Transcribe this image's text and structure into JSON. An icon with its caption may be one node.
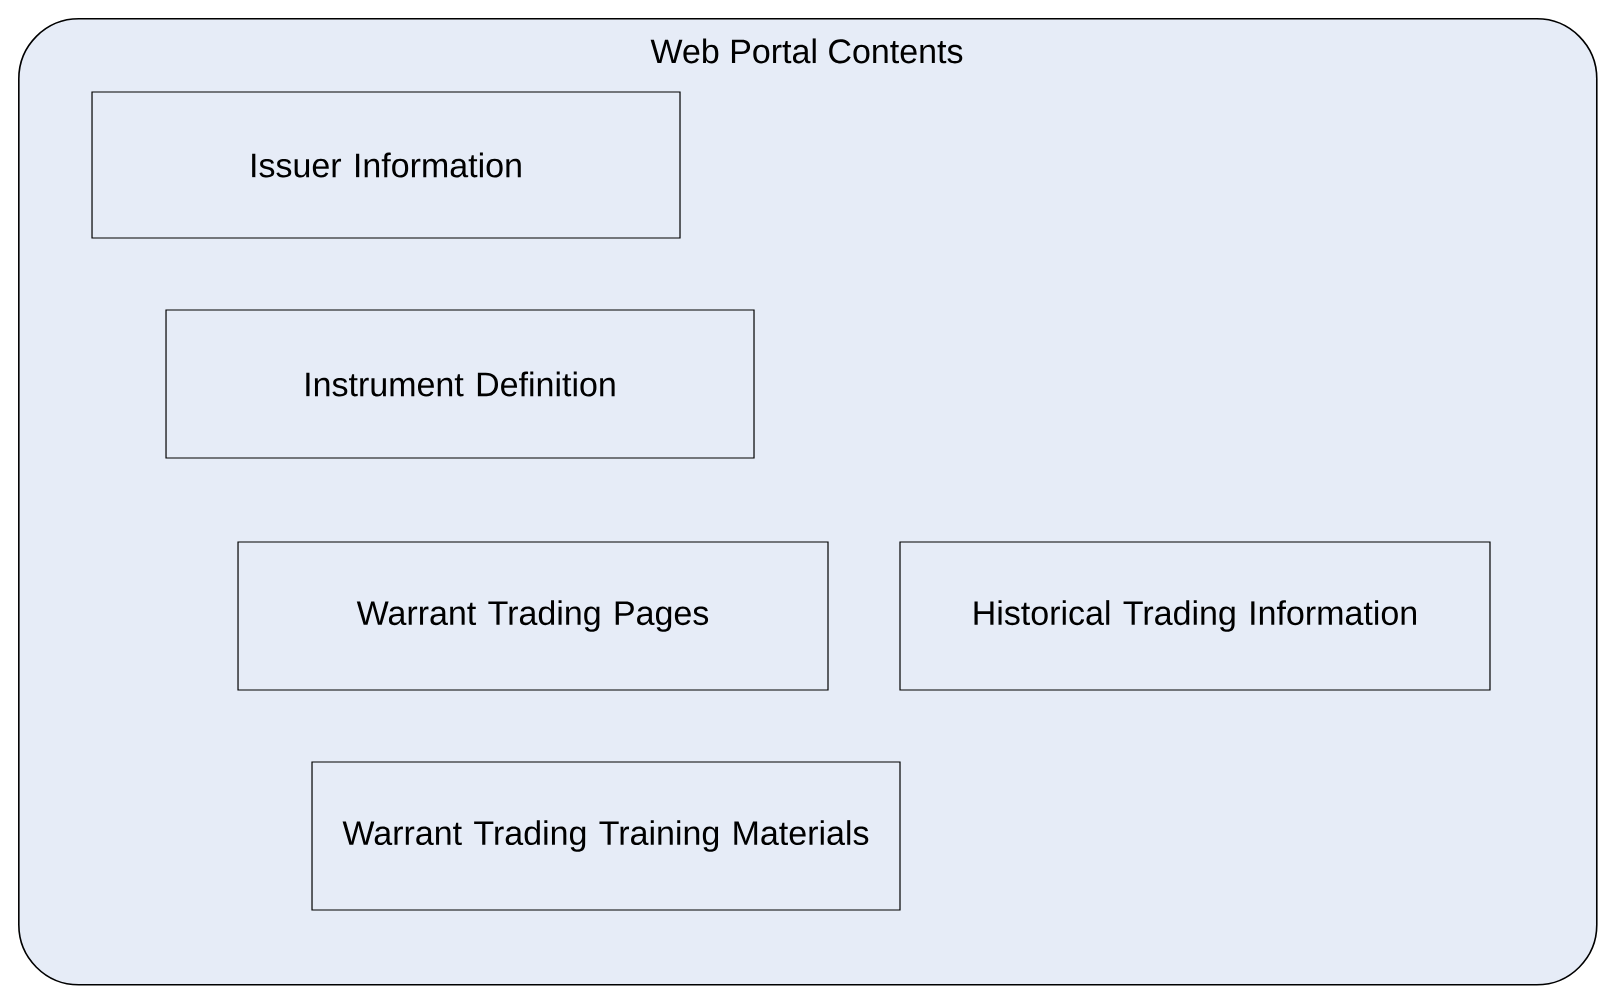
{
  "diagram": {
    "nodes": [
      {
        "text": [
          "Web Portal Contents"
        ]
      },
      {
        "text": [
          "Issuer Information"
        ],
        "in": 0
      },
      {
        "text": [
          "Instrument Definition"
        ],
        "in": 0
      },
      {
        "text": [
          "Warrant Trading Pages"
        ],
        "in": 0
      },
      {
        "text": [
          "Historical Trading Information"
        ],
        "in": 0
      },
      {
        "text": [
          "Warrant Trading Training Materials"
        ],
        "in": 0
      }
    ]
  }
}
